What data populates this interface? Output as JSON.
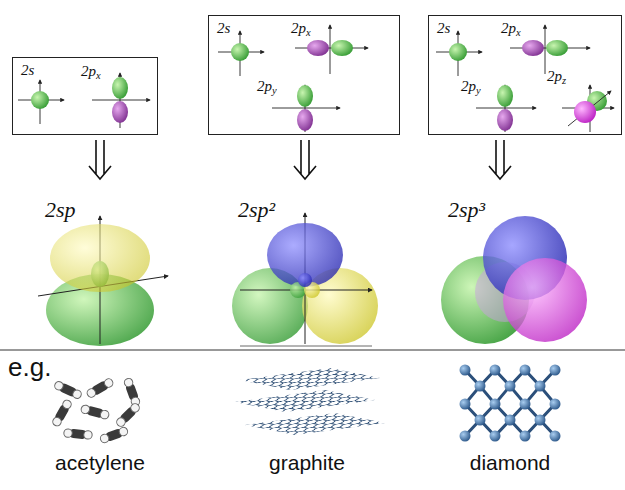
{
  "diagram": {
    "nodes": [
      {
        "text": [
          "2s",
          "2px"
        ]
      },
      {
        "text": [
          "2s",
          "2px",
          "2py"
        ]
      },
      {
        "text": [
          "2s",
          "2px",
          "2py",
          "2pz"
        ]
      },
      {
        "text": [
          "2sp"
        ]
      },
      {
        "text": [
          "2sp²"
        ]
      },
      {
        "text": [
          "2sp³"
        ]
      }
    ],
    "edges": [
      {
        "from": 0,
        "to": 3,
        "arrow": "to"
      },
      {
        "from": 1,
        "to": 4,
        "arrow": "to"
      },
      {
        "from": 2,
        "to": 5,
        "arrow": "to"
      }
    ],
    "labels": [
      "e.g.",
      "acetylene",
      "graphite",
      "diamond"
    ]
  }
}
